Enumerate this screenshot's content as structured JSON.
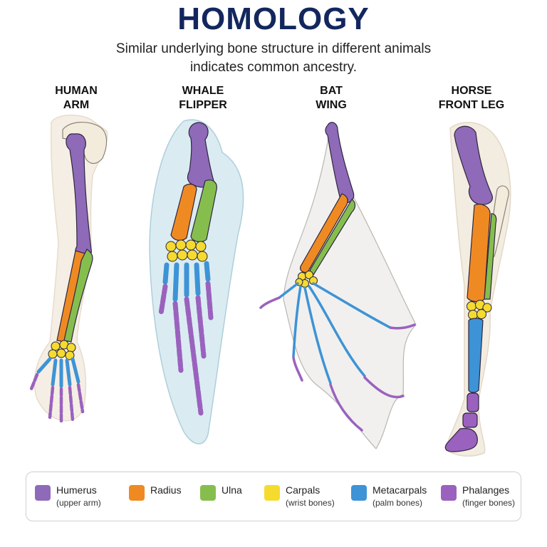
{
  "title": "HOMOLOGY",
  "subtitle": {
    "line1": "Similar underlying bone structure in different animals",
    "line2": "indicates common ancestry."
  },
  "animals": [
    {
      "line1": "HUMAN",
      "line2": "ARM"
    },
    {
      "line1": "WHALE",
      "line2": "FLIPPER"
    },
    {
      "line1": "BAT",
      "line2": "WING"
    },
    {
      "line1": "HORSE",
      "line2": "FRONT LEG"
    }
  ],
  "colors": {
    "humerus": "#8f6ab8",
    "radius": "#ef8a23",
    "ulna": "#86be4e",
    "carpals": "#f5db2e",
    "metacarpals": "#3e93d6",
    "phalanges": "#9a62be"
  },
  "legend": [
    {
      "name": "Humerus",
      "desc": "(upper arm)",
      "color": "#8f6ab8"
    },
    {
      "name": "Radius",
      "desc": "",
      "color": "#ef8a23"
    },
    {
      "name": "Ulna",
      "desc": "",
      "color": "#86be4e"
    },
    {
      "name": "Carpals",
      "desc": "(wrist bones)",
      "color": "#f5db2e"
    },
    {
      "name": "Metacarpals",
      "desc": "(palm bones)",
      "color": "#3e93d6"
    },
    {
      "name": "Phalanges",
      "desc": "(finger bones)",
      "color": "#9a62be"
    }
  ]
}
